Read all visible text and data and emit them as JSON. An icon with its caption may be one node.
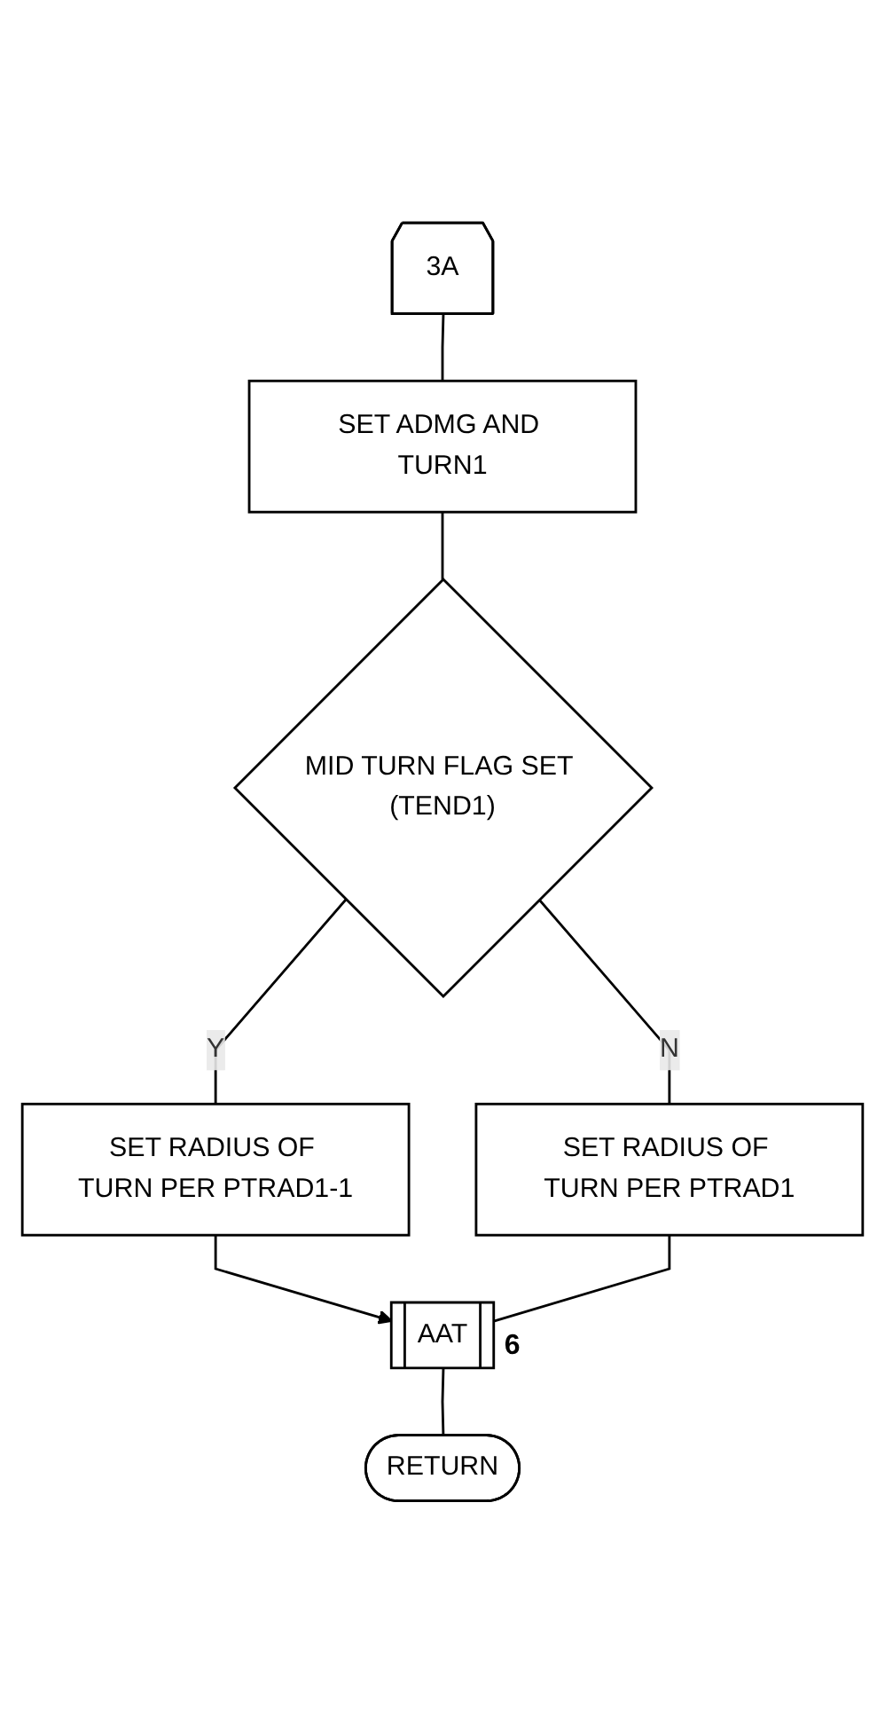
{
  "diagram": {
    "nodes": [
      {
        "text": [
          "3A"
        ]
      },
      {
        "text": [
          "SET ADMG AND TURN1"
        ]
      },
      {
        "text": [
          "MID TURN FLAG SET (TEND1)"
        ]
      },
      {
        "text": [
          "SET RADIUS OF TURN PER PTRAD1-1"
        ]
      },
      {
        "text": [
          "SET RADIUS OF TURN PER PTRAD1"
        ]
      },
      {
        "text": [
          "AAT"
        ],
        "beside": [
          "6"
        ]
      },
      {
        "text": [
          "RETURN"
        ]
      }
    ],
    "edges": [
      {
        "from": 0,
        "to": 1,
        "arrow": "none"
      },
      {
        "from": 1,
        "to": 2,
        "arrow": "none"
      },
      {
        "from": 2,
        "to": 3,
        "arrow": "none",
        "label": "Y"
      },
      {
        "from": 2,
        "to": 4,
        "arrow": "none",
        "label": "N"
      },
      {
        "from": 3,
        "to": 5,
        "arrow": "to"
      },
      {
        "from": 4,
        "to": 5,
        "arrow": "none"
      },
      {
        "from": 5,
        "to": 6,
        "arrow": "none"
      }
    ]
  }
}
